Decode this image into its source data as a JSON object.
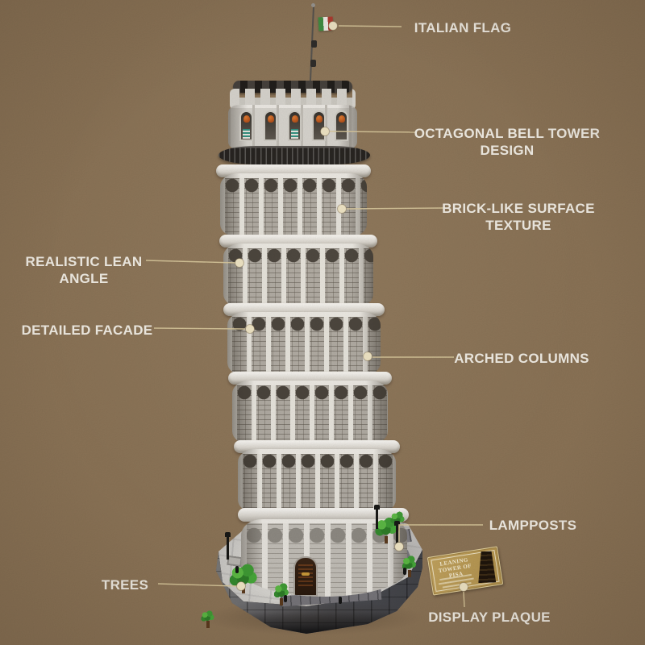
{
  "colors": {
    "background": "#8c7457",
    "label_text": "#f3efe6",
    "callout_line": "#d9c89c",
    "callout_dot": "#f1e6c6",
    "flag_green": "#3f8e41",
    "flag_white": "#f2efe8",
    "flag_red": "#b03a2e",
    "plaque_gold": "#b5954f"
  },
  "callouts": [
    {
      "id": "italian-flag",
      "label": "ITALIAN FLAG"
    },
    {
      "id": "octagonal-bell-tower",
      "label": "OCTAGONAL BELL TOWER DESIGN"
    },
    {
      "id": "brick-like-surface",
      "label": "BRICK-LIKE SURFACE TEXTURE"
    },
    {
      "id": "realistic-lean",
      "label": "REALISTIC LEAN ANGLE"
    },
    {
      "id": "detailed-facade",
      "label": "DETAILED FACADE"
    },
    {
      "id": "arched-columns",
      "label": "ARCHED COLUMNS"
    },
    {
      "id": "lampposts",
      "label": "LAMPPOSTS"
    },
    {
      "id": "trees",
      "label": "TREES"
    },
    {
      "id": "display-plaque",
      "label": "DISPLAY PLAQUE"
    }
  ],
  "plaque": {
    "title": "LEANING TOWER OF PISA"
  }
}
